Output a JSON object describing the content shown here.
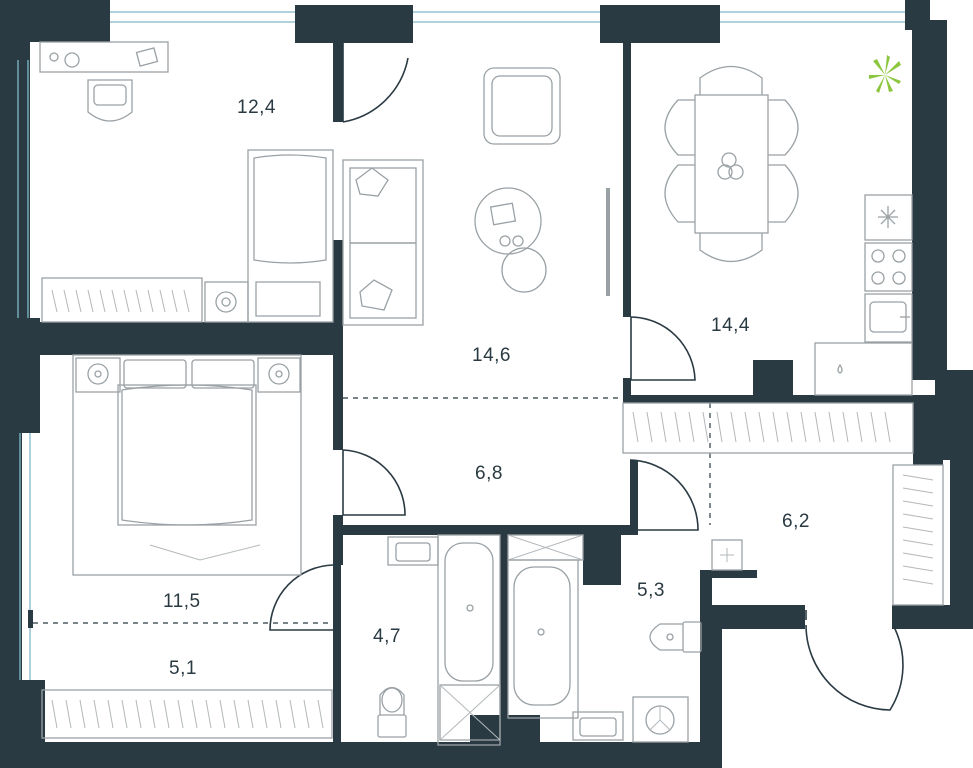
{
  "plan": {
    "colors": {
      "wall": "#2a3a42",
      "furniture": "#9aa1a5",
      "window": "#7fb8c8",
      "plant": "#8cc63f",
      "background": "#ffffff"
    },
    "rooms": [
      {
        "id": "bedroom-small",
        "area": "12,4"
      },
      {
        "id": "living-room",
        "area": "14,6"
      },
      {
        "id": "kitchen",
        "area": "14,4"
      },
      {
        "id": "hallway",
        "area": "6,8"
      },
      {
        "id": "entrance",
        "area": "6,2"
      },
      {
        "id": "bedroom-master",
        "area": "11,5"
      },
      {
        "id": "dressing",
        "area": "5,1"
      },
      {
        "id": "bathroom",
        "area": "4,7"
      },
      {
        "id": "wc",
        "area": "5,3"
      }
    ],
    "icons": [
      "bed-icon",
      "double-bed-icon",
      "sofa-icon",
      "armchair-icon",
      "coffee-table-icon",
      "dining-table-icon",
      "chair-icon",
      "plant-icon",
      "stove-icon",
      "sink-icon",
      "bathtub-icon",
      "toilet-icon",
      "desk-icon",
      "wardrobe-icon",
      "washing-machine-icon",
      "tv-icon",
      "shower-icon",
      "nightstand-icon"
    ]
  }
}
